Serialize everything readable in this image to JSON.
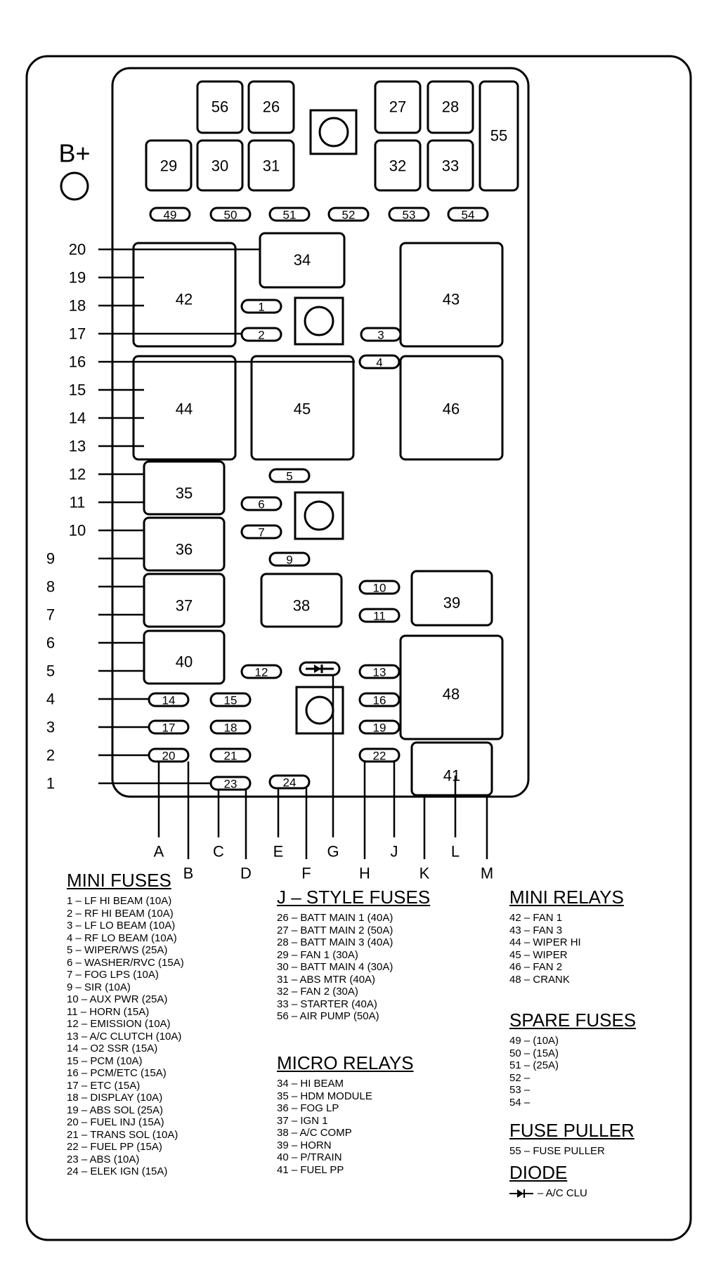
{
  "terminal_label": "B+",
  "box_fuses": {
    "f56": "56",
    "f26": "26",
    "f27": "27",
    "f28": "28",
    "f55": "55",
    "f29": "29",
    "f30": "30",
    "f31": "31",
    "f32": "32",
    "f33": "33"
  },
  "spare_slots": [
    "49",
    "50",
    "51",
    "52",
    "53",
    "54"
  ],
  "relays": {
    "r34": "34",
    "r42": "42",
    "r43": "43",
    "r44": "44",
    "r45": "45",
    "r46": "46",
    "r35": "35",
    "r36": "36",
    "r37": "37",
    "r38": "38",
    "r39": "39",
    "r40": "40",
    "r48": "48",
    "r41": "41"
  },
  "mini_fuse_slots": {
    "m1": "1",
    "m2": "2",
    "m3": "3",
    "m4": "4",
    "m5": "5",
    "m6": "6",
    "m7": "7",
    "m9": "9",
    "m10": "10",
    "m11": "11",
    "m12": "12",
    "m13": "13",
    "m14": "14",
    "m15": "15",
    "m16": "16",
    "m17": "17",
    "m18": "18",
    "m19": "19",
    "m20": "20",
    "m21": "21",
    "m22": "22",
    "m23": "23",
    "m24": "24"
  },
  "left_pins": [
    "20",
    "19",
    "18",
    "17",
    "16",
    "15",
    "14",
    "13",
    "12",
    "11",
    "10",
    "9",
    "8",
    "7",
    "6",
    "5",
    "4",
    "3",
    "2",
    "1"
  ],
  "bottom_pins": [
    "A",
    "B",
    "C",
    "D",
    "E",
    "F",
    "G",
    "H",
    "J",
    "K",
    "L",
    "M"
  ],
  "legend": {
    "mini_fuses": {
      "title": "MINI FUSES",
      "items": [
        "1 – LF HI BEAM (10A)",
        "2 – RF HI BEAM (10A)",
        "3 – LF LO BEAM (10A)",
        "4 – RF LO BEAM (10A)",
        "5 – WIPER/WS (25A)",
        "6 – WASHER/RVC (15A)",
        "7 – FOG LPS (10A)",
        "9 – SIR (10A)",
        "10 – AUX PWR (25A)",
        "11 – HORN (15A)",
        "12 – EMISSION (10A)",
        "13 – A/C CLUTCH (10A)",
        "14 – O2 SSR (15A)",
        "15 – PCM (10A)",
        "16 – PCM/ETC (15A)",
        "17 – ETC (15A)",
        "18 – DISPLAY (10A)",
        "19 – ABS SOL (25A)",
        "20 – FUEL INJ (15A)",
        "21 – TRANS SOL (10A)",
        "22 – FUEL PP (15A)",
        "23 – ABS (10A)",
        "24 – ELEK IGN (15A)"
      ]
    },
    "j_style_fuses": {
      "title": "J – STYLE FUSES",
      "items": [
        "26 – BATT MAIN 1 (40A)",
        "27 – BATT MAIN 2 (50A)",
        "28 – BATT MAIN 3 (40A)",
        "29 – FAN 1 (30A)",
        "30 – BATT MAIN 4 (30A)",
        "31 – ABS MTR (40A)",
        "32 – FAN 2 (30A)",
        "33 – STARTER (40A)",
        "56 – AIR PUMP (50A)"
      ]
    },
    "micro_relays": {
      "title": "MICRO RELAYS",
      "items": [
        "34 – HI BEAM",
        "35 – HDM MODULE",
        "36 – FOG LP",
        "37 – IGN 1",
        "38 – A/C COMP",
        "39 – HORN",
        "40 – P/TRAIN",
        "41 – FUEL PP"
      ]
    },
    "mini_relays": {
      "title": "MINI RELAYS",
      "items": [
        "42 – FAN 1",
        "43 – FAN 3",
        "44 – WIPER HI",
        "45 – WIPER",
        "46 – FAN 2",
        "48 – CRANK"
      ]
    },
    "spare_fuses": {
      "title": "SPARE FUSES",
      "items": [
        "49 – (10A)",
        "50 – (15A)",
        "51 – (25A)",
        "52 –",
        "53 –",
        "54 –"
      ]
    },
    "fuse_puller": {
      "title": "FUSE PULLER",
      "items": [
        "55 – FUSE PULLER"
      ]
    },
    "diode": {
      "title": "DIODE",
      "label": "– A/C CLU",
      "icon": "diode-icon"
    }
  }
}
